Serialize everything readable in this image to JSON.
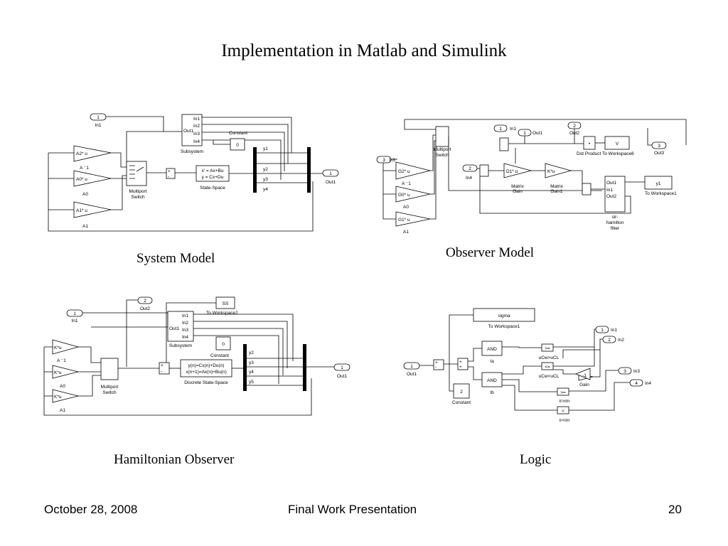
{
  "title": "Implementation in Matlab and Simulink",
  "captions": {
    "system_model": "System Model",
    "observer_model": "Observer Model",
    "hamiltonian_observer": "Hamiltonian Observer",
    "logic": "Logic"
  },
  "footer": {
    "date": "October 28, 2008",
    "presentation": "Final Work Presentation",
    "page": "20"
  },
  "system_model": {
    "in1_port": "1",
    "in1_label": "In1",
    "gain_a2": "A2* u",
    "gain_a0": "A0* u",
    "gain_a1": "A1* u",
    "a_inv": "A ⁻1",
    "a0_label": "A0",
    "a1_label": "A1",
    "mux_switch": "Multiport\nSwitch",
    "subsystem_ports": [
      "In1",
      "In2",
      "In3",
      "In4"
    ],
    "subsystem_out": "Out1",
    "subsystem_label": "Subsystem",
    "constant_label": "Constant",
    "constant_value": "0",
    "ss_eq1": "x' = Ax+Bu",
    "ss_eq2": "y = Cx+Du",
    "ss_label": "State-Space",
    "bus_labels": [
      "y1",
      "y2",
      "y3",
      "y4"
    ],
    "out1_port": "1",
    "out1_label": "Out1"
  },
  "observer_model": {
    "in3_port": "3",
    "in3_label": "In3",
    "gain_g2": "G2* u",
    "a_inv": "A ⁻1",
    "gain_g0": "G0* u",
    "a0_label": "A0",
    "gain_g1": "G1* u",
    "a1_label": "A1",
    "switch_label": "Multiport\nSwitch",
    "in4_port": "2",
    "in4_label": "In4",
    "in1_port": "1",
    "in1_label": "In1",
    "out1_port": "1",
    "out1_label": "Out1",
    "out2_port": "2",
    "out2_label": "Out2",
    "out3_port": "3",
    "out3_label": "Out3",
    "dot_label": "Dot Product",
    "ws6_value": "V",
    "ws6_label": "To Workspace6",
    "gain_d1": "D1* u",
    "matrix_gain": "Matrix\nGain",
    "gain_k": "K*u",
    "matrix_gain1": "Matrix\nGain1",
    "sub_in": "In1",
    "sub_out1": "Out1",
    "sub_out2": "Out2",
    "filter_label": "sir-\nhamilton\nfilter",
    "ws1_value": "y1",
    "ws1_label": "To Workspace1"
  },
  "hamiltonian_observer": {
    "in1_port": "1",
    "in1_label": "In1",
    "out2_port": "2",
    "out2_label": "Out2",
    "ws2_value": "SS",
    "ws2_label": "To Workspace2",
    "gain_k1": "K*u",
    "a_inv": "A ⁻1",
    "gain_k2": "K*u",
    "a0_label": "A0",
    "gain_k3": "K*u",
    "a1_label": "A1",
    "switch_label": "Multiport\nSwitch",
    "subsystem_ports": [
      "In1",
      "In2",
      "In3",
      "In4"
    ],
    "subsystem_out": "Out1",
    "subsystem_label": "Subsystem",
    "constant_value": "0",
    "constant_label": "Constant",
    "dss_eq1": "y(n)=Cx(n)+Du(n)",
    "dss_eq2": "x(n+1)=Ax(n)+Bu(n)",
    "dss_label": "Discrete State-Space",
    "bus_labels": [
      "y2",
      "y3",
      "y4",
      "y5"
    ],
    "out1_port": "1",
    "out1_label": "Out1"
  },
  "logic": {
    "ws_value": "sigma",
    "ws_label": "To Workspace1",
    "in1_port": "1",
    "in1_label": "In1",
    "in2_port": "2",
    "in2_label": "In2",
    "in3_port": "3",
    "in3_label": "In3",
    "in4_port": "4",
    "in4_label": "In4",
    "out1_port": "1",
    "out1_label": "Out1",
    "and_a": "AND",
    "ia_label": "Ia",
    "and_b": "AND",
    "ib_label": "Ib",
    "cmp_ge": ">=",
    "ucw_gt": "uCw>uCL",
    "cmp_le": "<=",
    "ucw_lt": "uCw<uCL",
    "gain_value": "-1",
    "gain_label": "Gain",
    "cmp_ir_ge": ">=",
    "ir_gt": "ir>im",
    "cmp_ir_lt": "<",
    "ir_lt": "ir<im",
    "const_value": "2",
    "const_label": "Constant"
  }
}
